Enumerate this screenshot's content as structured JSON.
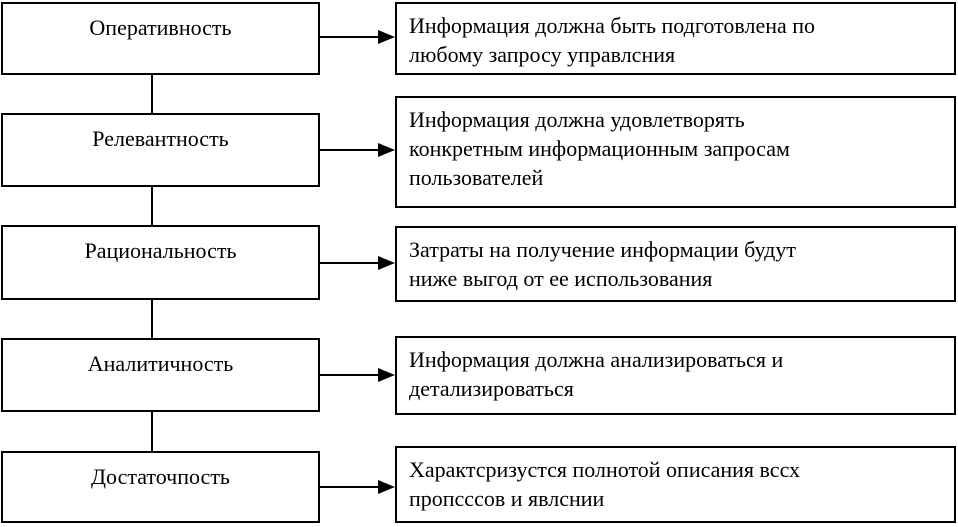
{
  "diagram": {
    "rows": [
      {
        "term": "Оперативность",
        "description_lines": [
          "Информация должна быть подготовлена по",
          "любому запросу управлсния"
        ]
      },
      {
        "term": "Релевантность",
        "description_lines": [
          "Информация должна удовлетворять",
          "конкретным информационным запросам",
          "пользователей"
        ]
      },
      {
        "term": "Рациональность",
        "description_lines": [
          "Затраты на получение информации будут",
          "ниже выгод от ее использования"
        ]
      },
      {
        "term": "Аналитичность",
        "description_lines": [
          "Информация должна анализироваться и",
          "детализироваться"
        ]
      },
      {
        "term": "Достаточпость",
        "description_lines": [
          "Характсризустся полнотой описания вссх",
          "пропсссов и явлснии"
        ]
      }
    ],
    "colors": {
      "line": "#000000",
      "background": "#ffffff",
      "text": "#000000"
    }
  }
}
